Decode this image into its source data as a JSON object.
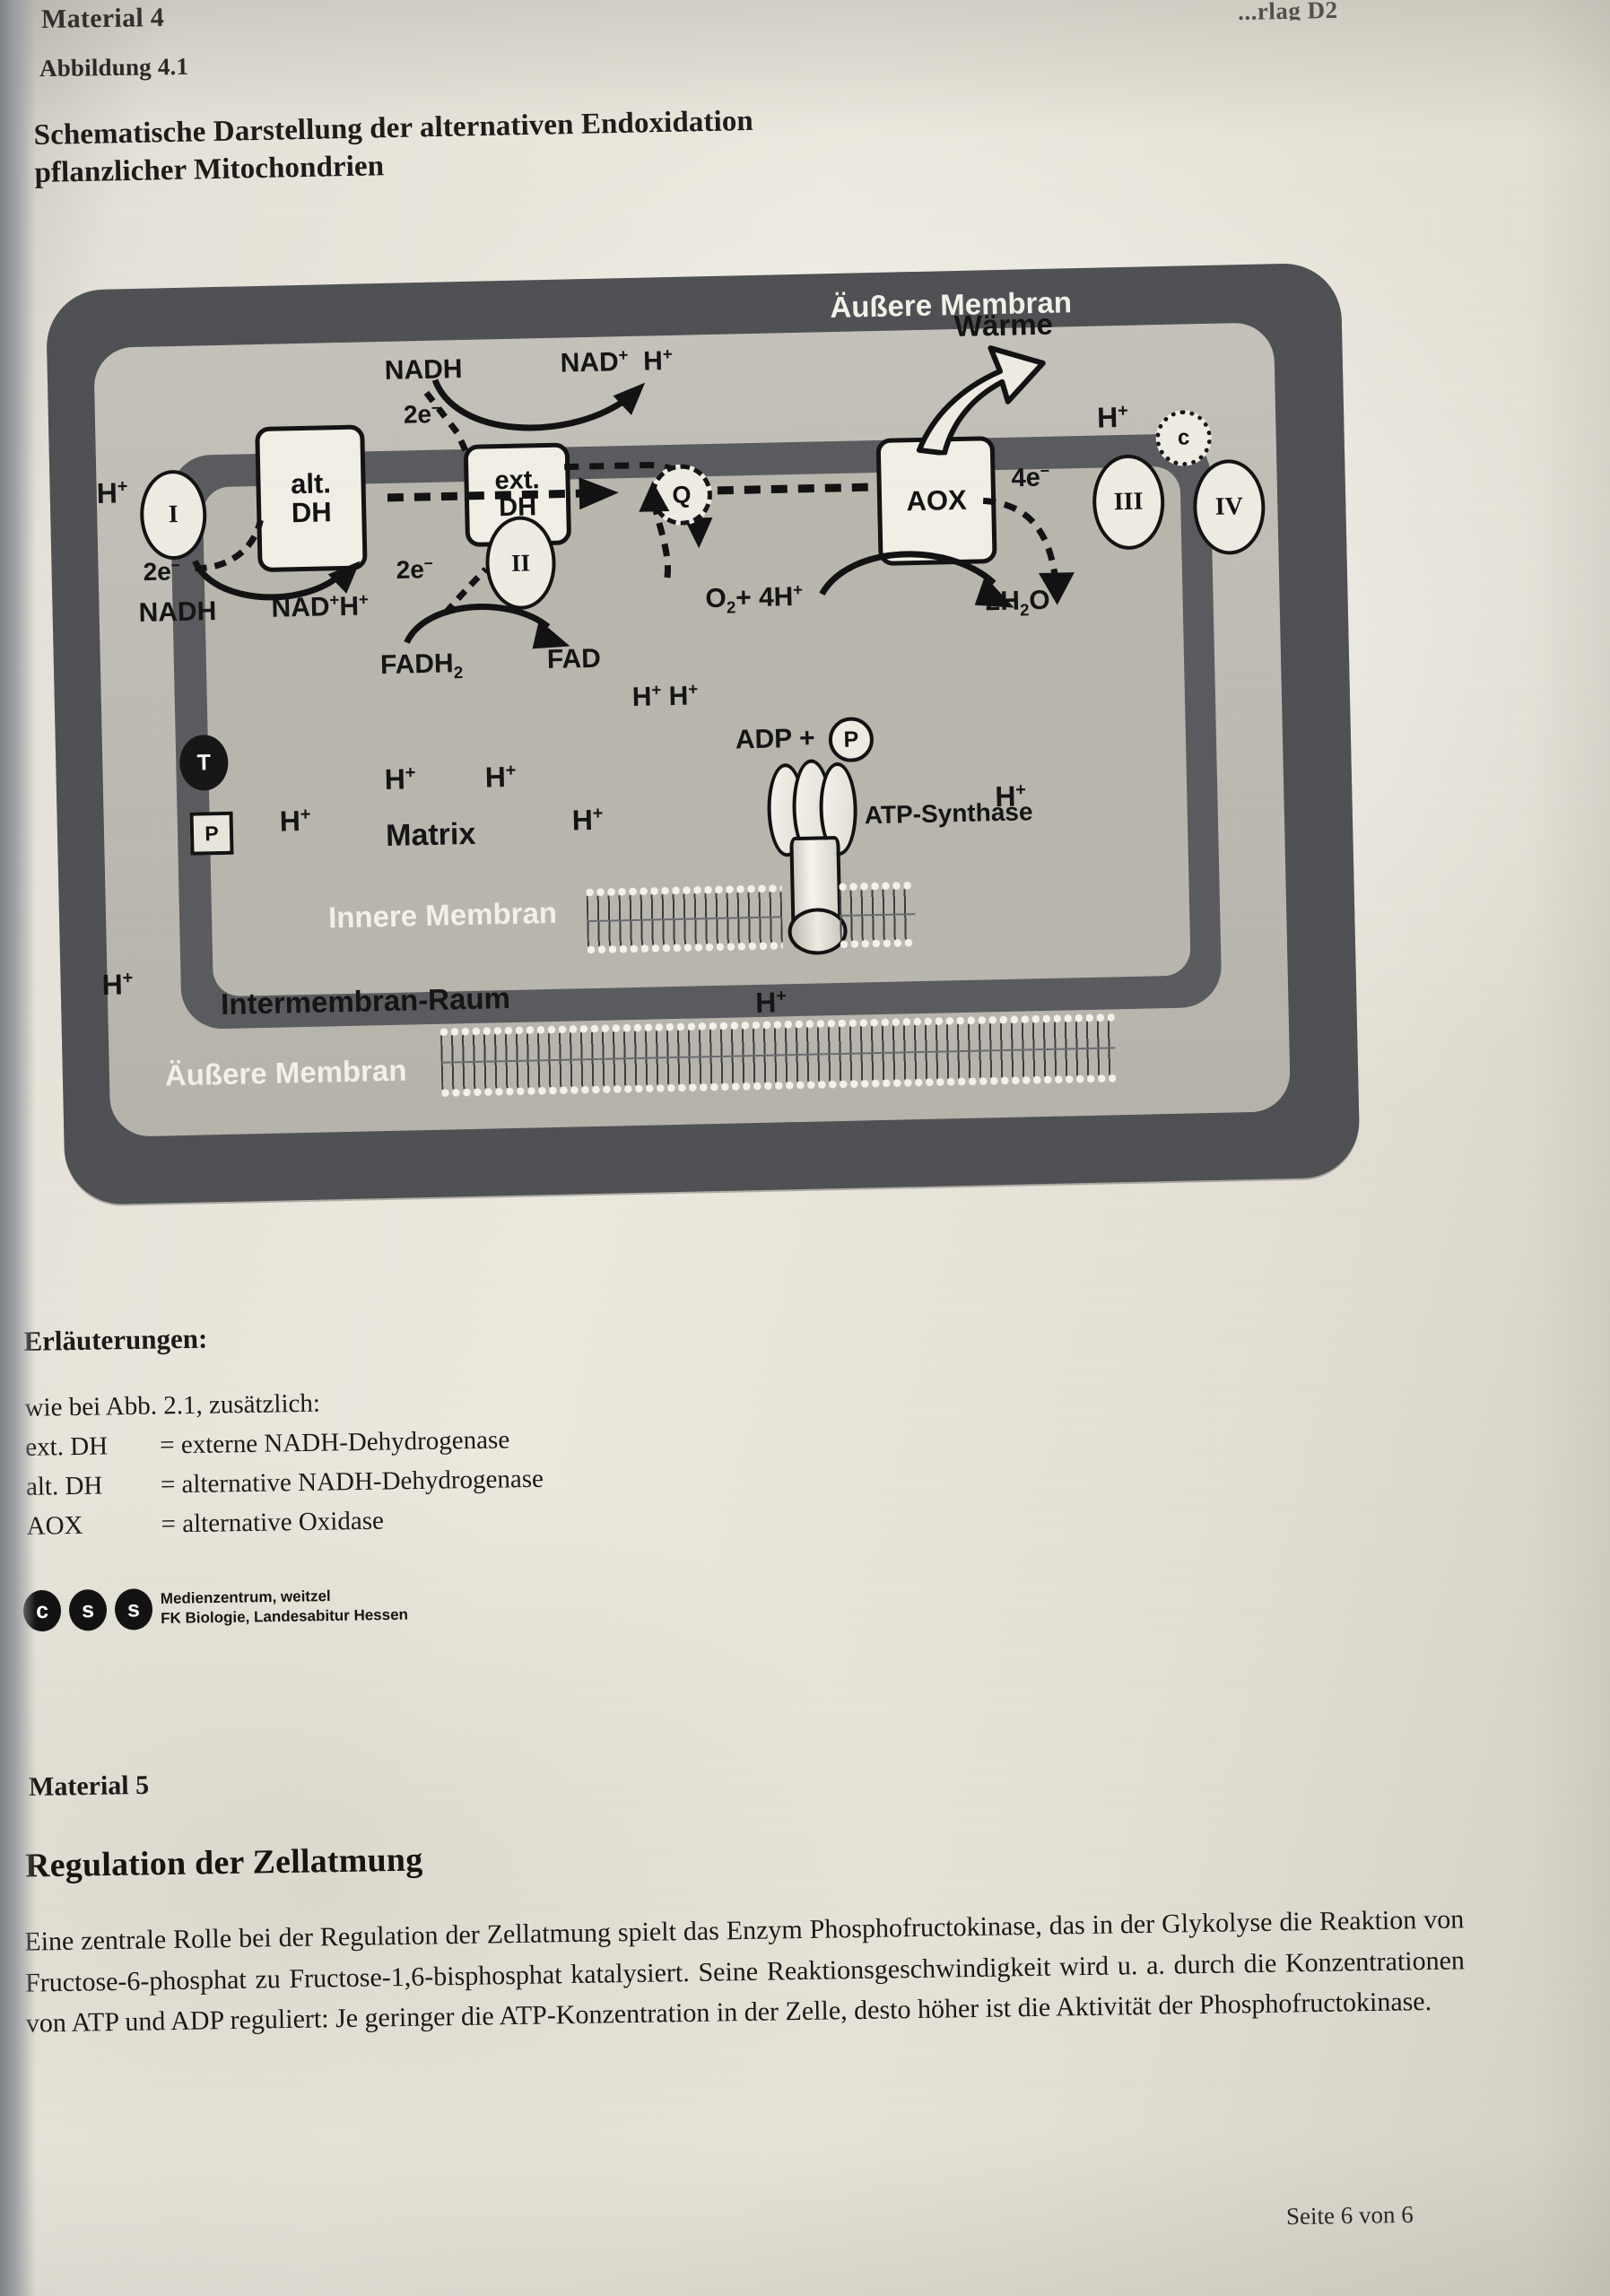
{
  "page": {
    "cut_header": "...rlag D2",
    "material4_label": "Material 4",
    "figure_number": "Abbildung 4.1",
    "figure_title_line1": "Schematische Darstellung der alternativen Endoxidation",
    "figure_title_line2": "pflanzlicher Mitochondrien",
    "footer": "Seite 6 von 6"
  },
  "figure": {
    "outer_membrane_top": "Äußere Membran",
    "outer_membrane_bottom": "Äußere Membran",
    "inner_membrane": "Innere Membran",
    "intermembrane_space": "Intermembran-Raum",
    "matrix": "Matrix",
    "atp_synthase": "ATP-Synthase",
    "heat": "Wärme",
    "complexes": {
      "I": "I",
      "II": "II",
      "III": "III",
      "IV": "IV",
      "Q": "Q",
      "C": "c",
      "T": "T",
      "P": "P"
    },
    "enzyme_boxes": {
      "ext_dh_line1": "ext.",
      "ext_dh_line2": "DH",
      "alt_dh_line1": "alt.",
      "alt_dh_line2": "DH",
      "aox": "AOX"
    },
    "electron_labels": {
      "e_ext": "2e",
      "e_alt": "2e",
      "e_complex2": "2e",
      "e_aox": "4e"
    },
    "metabolites": {
      "nadh_top": "NADH",
      "nad_plus_top": "NAD",
      "h_plus_top": "H",
      "nadh_matrix": "NADH",
      "nad_plus_matrix": "NAD",
      "h_plus_matrix": "H",
      "fadh2": "FADH",
      "fadh2_sub": "2",
      "fad": "FAD",
      "o2_4h": "O",
      "o2_sub": "2",
      "o2_rest": "+ 4H",
      "water": "2H",
      "water_sub": "2",
      "water_rest": "O",
      "adp": "ADP +",
      "phosphate": "P"
    },
    "protons": {
      "ims_left": "H",
      "ims_right": "H",
      "matrix_a": "H",
      "matrix_b": "H",
      "matrix_c": "H",
      "matrix_d": "H",
      "matrix_e": "H",
      "band_a": "H",
      "band_b": "H",
      "bottom_left": "H",
      "bottom_center": "H"
    }
  },
  "explanations": {
    "heading": "Erläuterungen:",
    "intro": "wie bei Abb. 2.1, zusätzlich:",
    "entries": [
      {
        "key": "ext. DH",
        "value": "= externe NADH-Dehydrogenase"
      },
      {
        "key": "alt. DH",
        "value": "= alternative NADH-Dehydrogenase"
      },
      {
        "key": "AOX",
        "value": "= alternative Oxidase"
      }
    ]
  },
  "credit": {
    "badges": [
      "c",
      "s",
      "s"
    ],
    "line1": "Medienzentrum, weitzel",
    "line2": "FK Biologie, Landesabitur Hessen"
  },
  "material5": {
    "label": "Material 5",
    "title": "Regulation der Zellatmung",
    "body": "Eine zentrale Rolle bei der Regulation der Zellatmung spielt das Enzym Phosphofructokinase, das in der Glykolyse die Reaktion von Fructose-6-phosphat zu Fructose-1,6-bisphosphat katalysiert. Seine Reaktionsgeschwindigkeit wird u. a. durch die Konzentrationen von ATP und ADP reguliert: Je geringer die ATP-Konzentration in der Zelle, desto höher ist die Aktivität der Phosphofructokinase."
  },
  "colors": {
    "paper": "#e6e2d9",
    "outer_membrane": "#4f5053",
    "inner_membrane": "#5a5b5e",
    "matrix": "#b9b6ae",
    "ink": "#1a1815"
  }
}
